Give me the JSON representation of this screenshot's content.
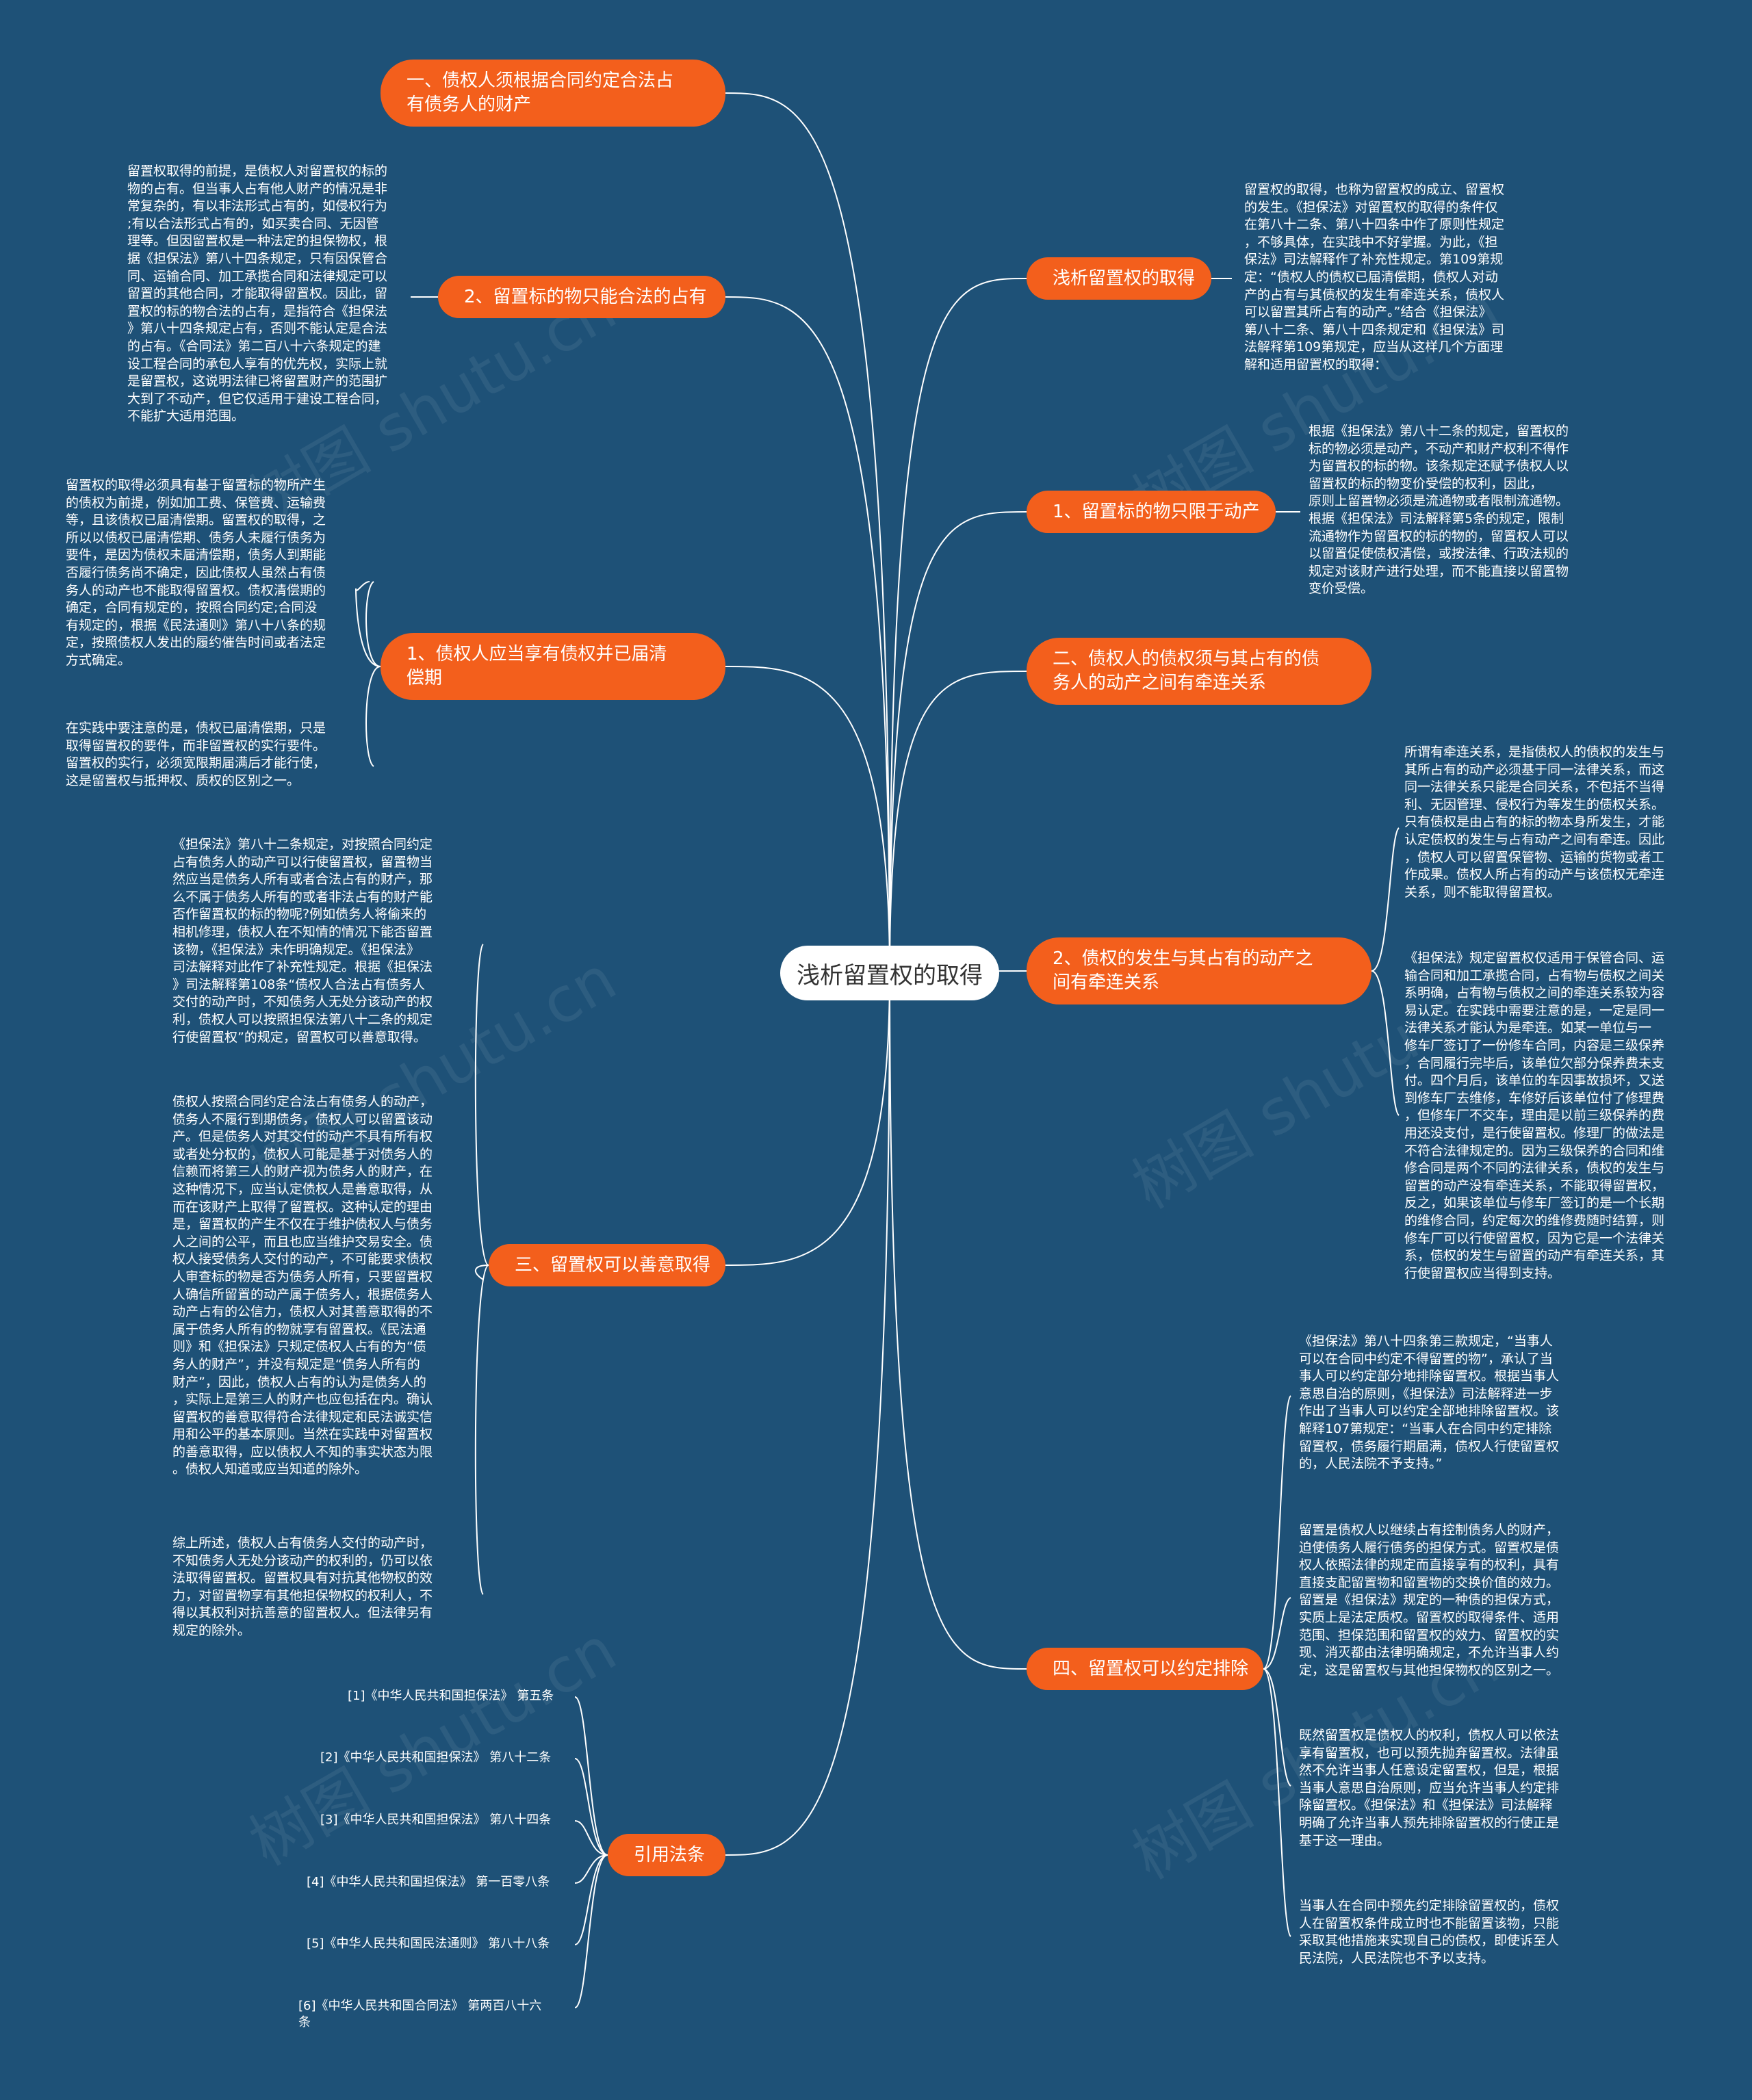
{
  "center": "浅析留置权的取得",
  "left": [
    {
      "title": "一、债权人须根据合同约定合法占\n有债务人的财产",
      "leaves": []
    },
    {
      "title": "2、留置标的物只能合法的占有",
      "leaves": [
        "留置权取得的前提，是债权人对留置权的标的\n物的占有。但当事人占有他人财产的情况是非\n常复杂的，有以非法形式占有的，如侵权行为\n;有以合法形式占有的，如买卖合同、无因管\n理等。但因留置权是一种法定的担保物权，根\n据《担保法》第八十四条规定，只有因保管合\n同、运输合同、加工承揽合同和法律规定可以\n留置的其他合同，才能取得留置权。因此，留\n置权的标的物合法的占有，是指符合《担保法\n》第八十四条规定占有，否则不能认定是合法\n的占有。《合同法》第二百八十六条规定的建\n设工程合同的承包人享有的优先权，实际上就\n是留置权，这说明法律已将留置财产的范围扩\n大到了不动产，但它仅适用于建设工程合同，\n不能扩大适用范围。"
      ]
    },
    {
      "title": "1、债权人应当享有债权并已届清\n偿期",
      "leaves": [
        "留置权的取得必须具有基于留置标的物所产生\n的债权为前提，例如加工费、保管费、运输费\n等，且该债权已届清偿期。留置权的取得，之\n所以以债权已届清偿期、债务人未履行债务为\n要件，是因为债权未届清偿期，债务人到期能\n否履行债务尚不确定，因此债权人虽然占有债\n务人的动产也不能取得留置权。债权清偿期的\n确定，合同有规定的，按照合同约定;合同没\n有规定的，根据《民法通则》第八十八条的规\n定，按照债权人发出的履约催告时间或者法定\n方式确定。",
        "在实践中要注意的是，债权已届清偿期，只是\n取得留置权的要件，而非留置权的实行要件。\n留置权的实行，必须宽限期届满后才能行使，\n这是留置权与抵押权、质权的区别之一。"
      ]
    },
    {
      "title": "三、留置权可以善意取得",
      "leaves": [
        "《担保法》第八十二条规定，对按照合同约定\n占有债务人的动产可以行使留置权，留置物当\n然应当是债务人所有或者合法占有的财产，那\n么不属于债务人所有的或者非法占有的财产能\n否作留置权的标的物呢?例如债务人将偷来的\n相机修理，债权人在不知情的情况下能否留置\n该物，《担保法》未作明确规定。《担保法》\n司法解释对此作了补充性规定。根据《担保法\n》司法解释第108条“债权人合法占有债务人\n交付的动产时，不知债务人无处分该动产的权\n利，债权人可以按照担保法第八十二条的规定\n行使留置权”的规定，留置权可以善意取得。",
        "债权人按照合同约定合法占有债务人的动产，\n债务人不履行到期债务，债权人可以留置该动\n产。但是债务人对其交付的动产不具有所有权\n或者处分权的，债权人可能是基于对债务人的\n信赖而将第三人的财产视为债务人的财产，在\n这种情况下，应当认定债权人是善意取得，从\n而在该财产上取得了留置权。这种认定的理由\n是，留置权的产生不仅在于维护债权人与债务\n人之间的公平，而且也应当维护交易安全。债\n权人接受债务人交付的动产，不可能要求债权\n人审查标的物是否为债务人所有，只要留置权\n人确信所留置的动产属于债务人，根据债务人\n动产占有的公信力，债权人对其善意取得的不\n属于债务人所有的物就享有留置权。《民法通\n则》和《担保法》只规定债权人占有的为“债\n务人的财产”，并没有规定是“债务人所有的\n财产”，因此，债权人占有的认为是债务人的\n，实际上是第三人的财产也应包括在内。确认\n留置权的善意取得符合法律规定和民法诚实信\n用和公平的基本原则。当然在实践中对留置权\n的善意取得，应以债权人不知的事实状态为限\n。债权人知道或应当知道的除外。",
        "综上所述，债权人占有债务人交付的动产时，\n不知债务人无处分该动产的权利的，仍可以依\n法取得留置权。留置权具有对抗其他物权的效\n力，对留置物享有其他担保物权的权利人，不\n得以其权利对抗善意的留置权人。但法律另有\n规定的除外。"
      ]
    },
    {
      "title": "引用法条",
      "leaves": []
    }
  ],
  "right": [
    {
      "title": "浅析留置权的取得",
      "leaves": [
        "留置权的取得，也称为留置权的成立、留置权\n的发生。《担保法》对留置权的取得的条件仅\n在第八十二条、第八十四条中作了原则性规定\n，不够具体，在实践中不好掌握。为此，《担\n保法》司法解释作了补充性规定。第109第规\n定：“债权人的债权已届清偿期，债权人对动\n产的占有与其债权的发生有牵连关系，债权人\n可以留置其所占有的动产。”结合《担保法》\n第八十二条、第八十四条规定和《担保法》司\n法解释第109第规定，应当从这样几个方面理\n解和适用留置权的取得："
      ]
    },
    {
      "title": "1、留置标的物只限于动产",
      "leaves": [
        "根据《担保法》第八十二条的规定，留置权的\n标的物必须是动产，不动产和财产权利不得作\n为留置权的标的物。该条规定还赋予债权人以\n留置权的标的物变价受偿的权利，因此，\n原则上留置物必须是流通物或者限制流通物。\n根据《担保法》司法解释第5条的规定，限制\n流通物作为留置权的标的物的，留置权人可以\n以留置促使债权清偿，或按法律、行政法规的\n规定对该财产进行处理，而不能直接以留置物\n变价受偿。"
      ]
    },
    {
      "title": "二、债权人的债权须与其占有的债\n务人的动产之间有牵连关系",
      "leaves": []
    },
    {
      "title": "2、债权的发生与其占有的动产之\n间有牵连关系",
      "leaves": [
        "所谓有牵连关系，是指债权人的债权的发生与\n其所占有的动产必须基于同一法律关系，而这\n同一法律关系只能是合同关系，不包括不当得\n利、无因管理、侵权行为等发生的债权关系。\n只有债权是由占有的标的物本身所发生，才能\n认定债权的发生与占有动产之间有牵连。因此\n，债权人可以留置保管物、运输的货物或者工\n作成果。债权人所占有的动产与该债权无牵连\n关系，则不能取得留置权。",
        "《担保法》规定留置权仅适用于保管合同、运\n输合同和加工承揽合同，占有物与债权之间关\n系明确，占有物与债权之间的牵连关系较为容\n易认定。在实践中需要注意的是，一定是同一\n法律关系才能认为是牵连。如某一单位与一\n修车厂签订了一份修车合同，内容是三级保养\n，合同履行完毕后，该单位欠部分保养费未支\n付。四个月后，该单位的车因事故损坏，又送\n到修车厂去维修，车修好后该单位付了修理费\n，但修车厂不交车，理由是以前三级保养的费\n用还没支付，是行使留置权。修理厂的做法是\n不符合法律规定的。因为三级保养的合同和维\n修合同是两个不同的法律关系，债权的发生与\n留置的动产没有牵连关系，不能取得留置权，\n反之，如果该单位与修车厂签订的是一个长期\n的维修合同，约定每次的维修费随时结算，则\n修车厂可以行使留置权，因为它是一个法律关\n系，债权的发生与留置的动产有牵连关系，其\n行使留置权应当得到支持。"
      ]
    },
    {
      "title": "四、留置权可以约定排除",
      "leaves": [
        "《担保法》第八十四条第三款规定，“当事人\n可以在合同中约定不得留置的物”，承认了当\n事人可以约定部分地排除留置权。根据当事人\n意思自治的原则，《担保法》司法解释进一步\n作出了当事人可以约定全部地排除留置权。该\n解释107第规定：“当事人在合同中约定排除\n留置权，债务履行期届满，债权人行使留置权\n的，人民法院不予支持。”",
        "留置是债权人以继续占有控制债务人的财产，\n迫使债务人履行债务的担保方式。留置权是债\n权人依照法律的规定而直接享有的权利，具有\n直接支配留置物和留置物的交换价值的效力。\n留置是《担保法》规定的一种债的担保方式，\n实质上是法定质权。留置权的取得条件、适用\n范围、担保范围和留置权的效力、留置权的实\n现、消灭都由法律明确规定，不允许当事人约\n定，这是留置权与其他担保物权的区别之一。",
        "既然留置权是债权人的权利，债权人可以依法\n享有留置权，也可以预先抛弃留置权。法律虽\n然不允许当事人任意设定留置权，但是，根据\n当事人意思自治原则，应当允许当事人约定排\n除留置权。《担保法》和《担保法》司法解释\n明确了允许当事人预先排除留置权的行使正是\n基于这一理由。",
        "当事人在合同中预先约定排除留置权的，债权\n人在留置权条件成立时也不能留置该物，只能\n采取其他措施来实现自己的债权，即使诉至人\n民法院，人民法院也不予以支持。"
      ]
    }
  ],
  "refs": [
    "[1]《中华人民共和国担保法》 第五条",
    "[2]《中华人民共和国担保法》 第八十二条",
    "[3]《中华人民共和国担保法》 第八十四条",
    "[4]《中华人民共和国担保法》 第一百零八条",
    "[5]《中华人民共和国民法通则》 第八十八条",
    "[6]《中华人民共和国合同法》 第两百八十六\n条"
  ],
  "watermark": "树图 shutu.cn",
  "colors": {
    "background": "#1e5177",
    "node": "#f35f1c",
    "center_bg": "#ffffff",
    "line": "#ffffff"
  }
}
